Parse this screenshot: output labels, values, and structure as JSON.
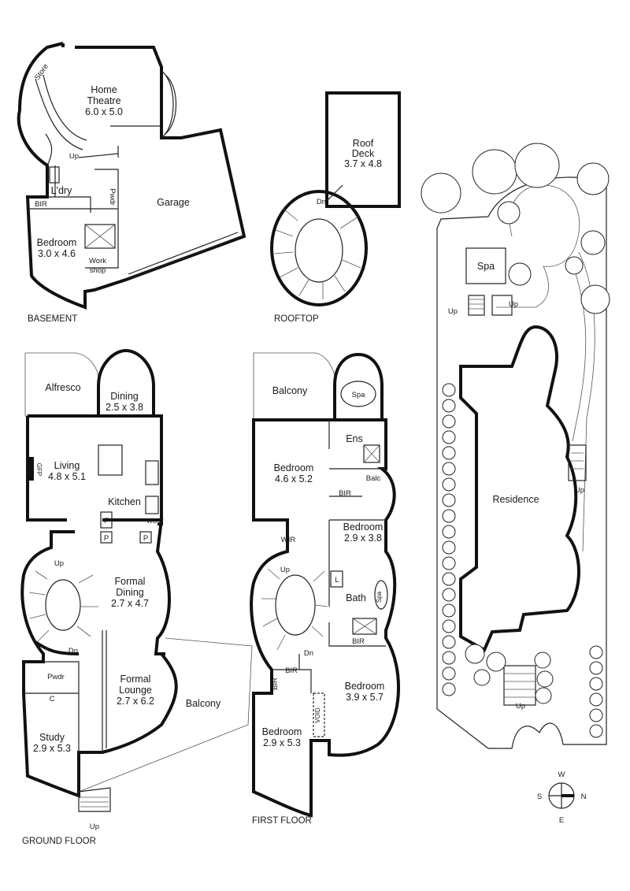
{
  "floors": {
    "basement": "BASEMENT",
    "rooftop": "ROOFTOP",
    "ground": "GROUND FLOOR",
    "first": "FIRST FLOOR"
  },
  "basement_rooms": {
    "home_theatre": "Home",
    "home_theatre_2": "Theatre",
    "home_theatre_size": "6.0 x 5.0",
    "store": "Store",
    "up": "Up",
    "laundry": "L'dry",
    "bir": "BIR",
    "pwdr": "Pwdr",
    "garage": "Garage",
    "bedroom": "Bedroom",
    "bedroom_size": "3.0 x 4.6",
    "work": "Work",
    "shop": "shop"
  },
  "rooftop_rooms": {
    "roof": "Roof",
    "deck": "Deck",
    "deck_size": "3.7 x 4.8",
    "dn": "Dn"
  },
  "ground_rooms": {
    "alfresco": "Alfresco",
    "dining": "Dining",
    "dining_size": "2.5 x 3.8",
    "living": "Living",
    "living_size": "4.8 x 5.1",
    "kitchen": "Kitchen",
    "gfp": "GFP",
    "f": "F",
    "p": "P",
    "wo": "WO",
    "up": "Up",
    "formal_dining": "Formal",
    "formal_dining_2": "Dining",
    "formal_dining_size": "2.7 x 4.7",
    "dn": "Dn",
    "pwdr": "Pwdr",
    "c": "C",
    "formal_lounge": "Formal",
    "formal_lounge_2": "Lounge",
    "formal_lounge_size": "2.7 x 6.2",
    "balcony": "Balcony",
    "study": "Study",
    "study_size": "2.9 x 5.3",
    "entry_up": "Up"
  },
  "first_rooms": {
    "balcony": "Balcony",
    "spa": "Spa",
    "ens": "Ens",
    "bedroom1": "Bedroom",
    "bedroom1_size": "4.6 x 5.2",
    "balc": "Balc",
    "bir": "BIR",
    "wir": "WIR",
    "bedroom2": "Bedroom",
    "bedroom2_size": "2.9 x 3.8",
    "up": "Up",
    "l": "L",
    "bath": "Bath",
    "spa2": "Spa",
    "bir2": "BIR",
    "dn": "Dn",
    "bir3": "BIR",
    "bir4": "BIR",
    "bedroom3": "Bedroom",
    "bedroom3_size": "3.9 x 5.7",
    "bedroom4": "Bedroom",
    "bedroom4_size": "2.9 x 5.3",
    "void": "VOID"
  },
  "site": {
    "spa": "Spa",
    "up_left": "Up",
    "up_right": "Up",
    "residence": "Residence",
    "up_drive": "Up",
    "up_front": "Up"
  },
  "compass": {
    "w": "W",
    "e": "E",
    "s": "S",
    "n": "N"
  }
}
